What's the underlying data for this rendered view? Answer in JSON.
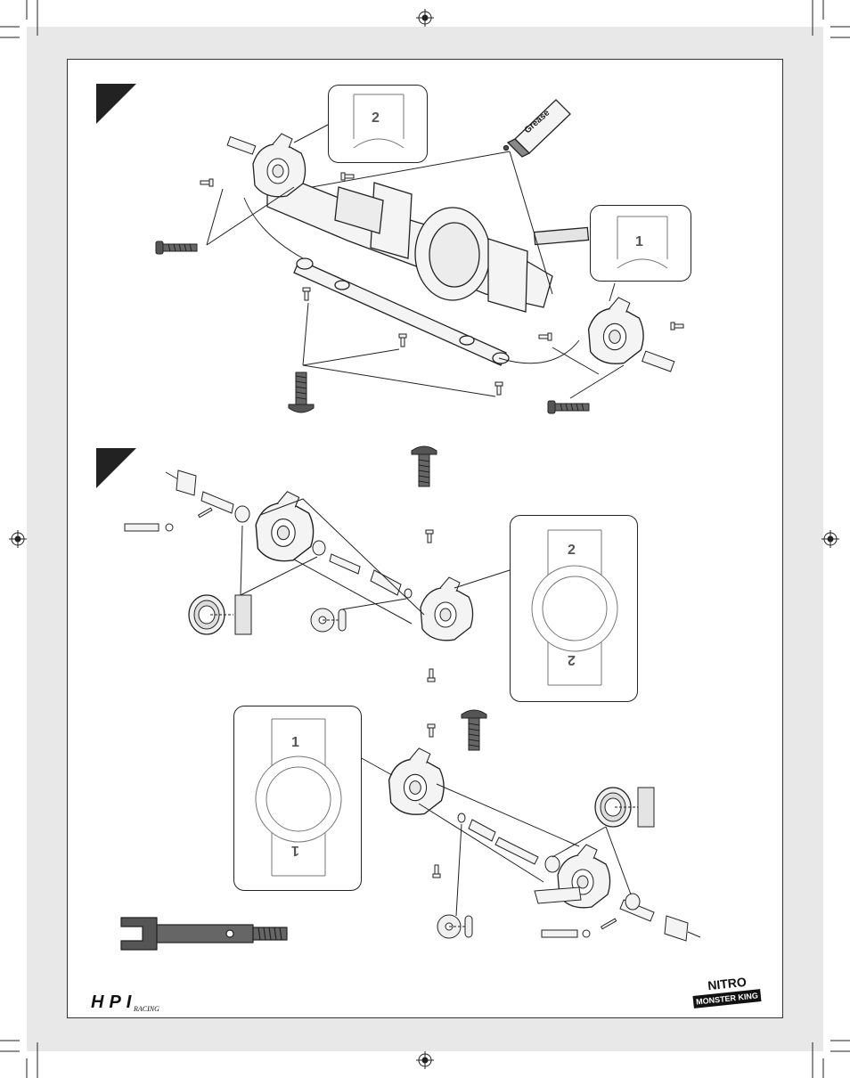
{
  "labels": {
    "grease": "Grease",
    "callout_top_left": "2",
    "callout_top_right": "1",
    "callout_mid_top": "2",
    "callout_mid_bottom": "2",
    "callout_low_top": "1",
    "callout_low_bottom": "1",
    "part_mark_a": "2",
    "part_mark_b": "1"
  },
  "brand": {
    "left_logo": "HPI",
    "left_logo_script": "RACING",
    "right_logo_top": "NITRO",
    "right_logo_bottom": "MONSTER KING"
  },
  "colors": {
    "page_bg": "#e8e8e8",
    "frame_bg": "#ffffff",
    "line": "#222222",
    "part_fill": "#f4f4f4",
    "dark_part": "#555555"
  }
}
